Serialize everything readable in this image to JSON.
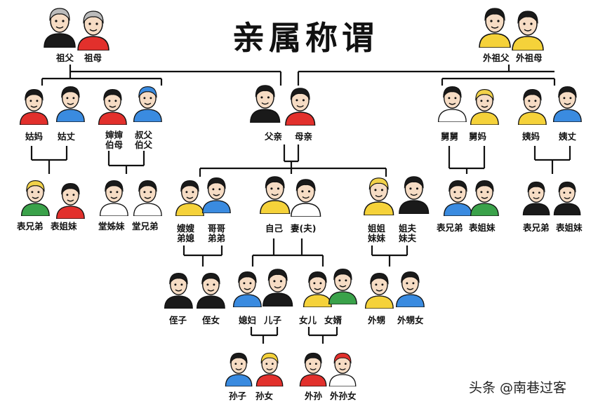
{
  "title": "亲属称谓",
  "watermark": "头条 @南巷过客",
  "colors": {
    "line": "#111111",
    "skin": "#f6dcc4",
    "hair": "#1a1a1a",
    "blond": "#f2d24a",
    "red": "#e2302c",
    "blue": "#3a8be0",
    "green": "#3aa24a",
    "yellow": "#f5d23a",
    "grey": "#bbbbbb",
    "white": "#ffffff"
  },
  "people": {
    "grandfather": "祖父",
    "grandmother": "祖母",
    "mat_grandfather": "外祖父",
    "mat_grandmother": "外祖母",
    "aunt_pat": "姑妈",
    "uncle_in_law_pat": "姑丈",
    "aunt_wife": "婶婶\n伯母",
    "uncle_pat": "叔父\n伯父",
    "father": "父亲",
    "mother": "母亲",
    "uncle_mat": "舅舅",
    "aunt_mat_wife": "舅妈",
    "aunt_mat": "姨妈",
    "uncle_in_law_mat": "姨丈",
    "cousin1": "表兄弟",
    "cousin1b": "表姐妹",
    "cousin2": "堂姊妹",
    "cousin2b": "堂兄弟",
    "sister_in_law": "嫂嫂\n弟媳",
    "brother": "哥哥\n弟弟",
    "self": "自己",
    "spouse": "妻(夫)",
    "sister": "姐姐\n妹妹",
    "brother_in_law": "姐夫\n妹夫",
    "cousin3": "表兄弟",
    "cousin3b": "表姐妹",
    "cousin4": "表兄弟",
    "cousin4b": "表姐妹",
    "nephew": "侄子",
    "niece": "侄女",
    "daughter_in_law": "媳妇",
    "son": "儿子",
    "daughter": "女儿",
    "son_in_law": "女婿",
    "sister_son": "外甥",
    "sister_daughter": "外甥女",
    "grandson": "孙子",
    "granddaughter": "孙女",
    "daughter_grandson": "外孙",
    "daughter_granddaughter": "外孙女"
  }
}
